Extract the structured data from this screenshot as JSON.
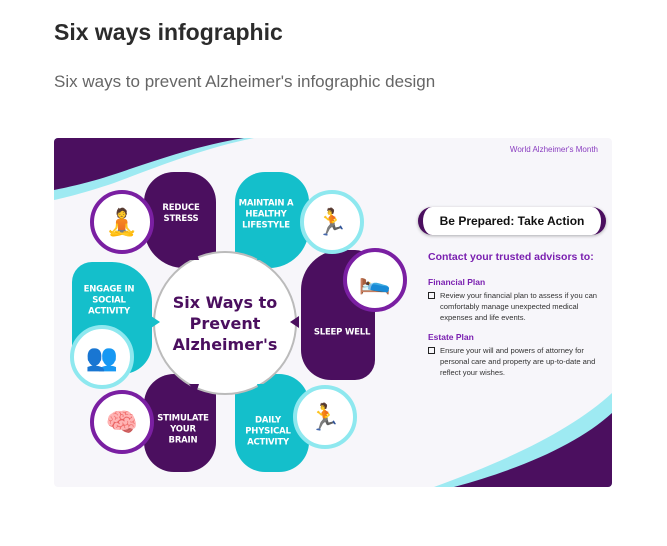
{
  "header": {
    "title": "Six ways infographic",
    "subtitle": "Six ways to prevent Alzheimer's infographic design"
  },
  "infographic": {
    "month_label": "World Alzheimer's Month",
    "center": [
      "Six Ways to",
      "Prevent",
      "Alzheimer's"
    ],
    "ways": [
      {
        "label": "REDUCE STRESS",
        "icon": "meditation-icon"
      },
      {
        "label": "MAINTAIN A HEALTHY LIFESTYLE",
        "icon": "healthy-food-runner-icon"
      },
      {
        "label": "SLEEP WELL",
        "icon": "sleep-bed-icon"
      },
      {
        "label": "DAILY PHYSICAL ACTIVITY",
        "icon": "treadmill-icon"
      },
      {
        "label": "STIMULATE YOUR BRAIN",
        "icon": "brain-icon"
      },
      {
        "label": "ENGAGE IN SOCIAL ACTIVITY",
        "icon": "community-hands-icon"
      }
    ],
    "action_title": "Be Prepared: Take Action",
    "contact_heading": "Contact your trusted advisors to:",
    "plans": [
      {
        "title": "Financial Plan",
        "text": "Review your financial plan to assess if you can comfortably manage unexpected medical expenses and life events."
      },
      {
        "title": "Estate Plan",
        "text": "Ensure your will and powers of attorney for personal care and property are up-to-date and reflect your wishes."
      }
    ]
  },
  "colors": {
    "purple": "#4b0f5f",
    "teal": "#14bfcb",
    "accent": "#7a1fb0"
  }
}
